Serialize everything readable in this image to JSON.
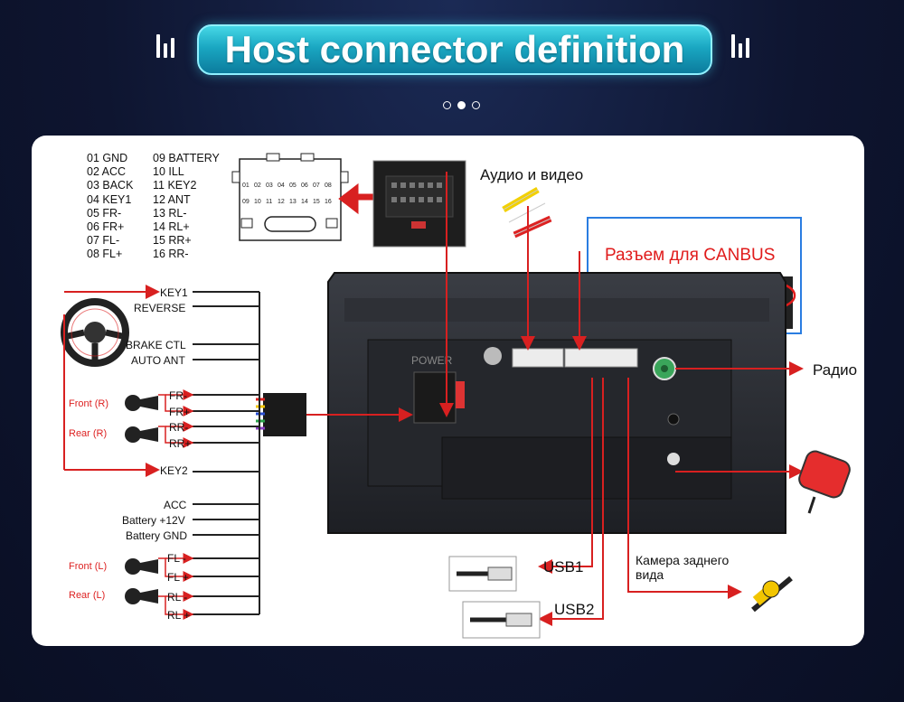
{
  "header": {
    "title": "Host connector definition"
  },
  "pager": {
    "count": 3,
    "active": 1
  },
  "pins_left": [
    "01 GND",
    "02 ACC",
    "03 BACK",
    "04 KEY1",
    "05 FR-",
    "06 FR+",
    "07 FL-",
    "08 FL+"
  ],
  "pins_right": [
    "09 BATTERY",
    "10 ILL",
    "11 KEY2",
    "12 ANT",
    "13 RL-",
    "14 RL+",
    "15 RR+",
    "16 RR-"
  ],
  "connector_numbers_top": [
    "01",
    "02",
    "03",
    "04",
    "05",
    "06",
    "07",
    "08"
  ],
  "connector_numbers_bottom": [
    "09",
    "10",
    "11",
    "12",
    "13",
    "14",
    "15",
    "16"
  ],
  "wires": {
    "key1": "KEY1",
    "reverse": "REVERSE",
    "brake": "BRAKE CTL",
    "auto_ant": "AUTO ANT",
    "fr_minus": "FR-",
    "fr_plus": "FR+",
    "rr_minus": "RR-",
    "rr_plus": "RR+",
    "key2": "KEY2",
    "acc": "ACC",
    "battery": "Battery +12V",
    "battery_gnd": "Battery GND",
    "fl_minus": "FL -",
    "fl_plus": "FL +",
    "rl_minus": "RL -",
    "rl_plus": "RL +"
  },
  "speakers": {
    "front_r": "Front (R)",
    "rear_r": "Rear (R)",
    "front_l": "Front (L)",
    "rear_l": "Rear (L)"
  },
  "labels": {
    "audio_video": "Аудио и видео",
    "canbus": "Разъем для CANBUS",
    "radio": "Радио",
    "usb1": "USB1",
    "usb2": "USB2",
    "camera": "Камера заднего вида",
    "power": "POWER"
  },
  "colors": {
    "accent": "#1aa7c2",
    "red": "#d82020",
    "background": "#0e1530"
  }
}
